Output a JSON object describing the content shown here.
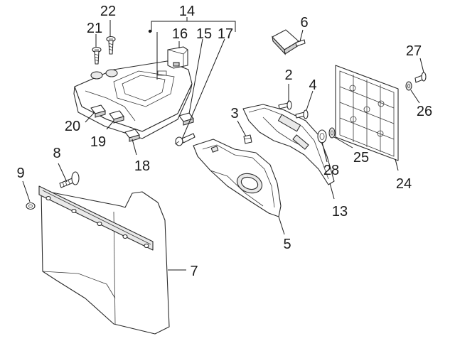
{
  "callouts": {
    "c2": "2",
    "c3": "3",
    "c4": "4",
    "c5": "5",
    "c6": "6",
    "c7": "7",
    "c8": "8",
    "c9": "9",
    "c13": "13",
    "c14": "14",
    "c15": "15",
    "c16": "16",
    "c17": "17",
    "c18": "18",
    "c19": "19",
    "c20": "20",
    "c21": "21",
    "c22": "22",
    "c24": "24",
    "c25": "25",
    "c26": "26",
    "c27": "27",
    "c28": "28"
  }
}
